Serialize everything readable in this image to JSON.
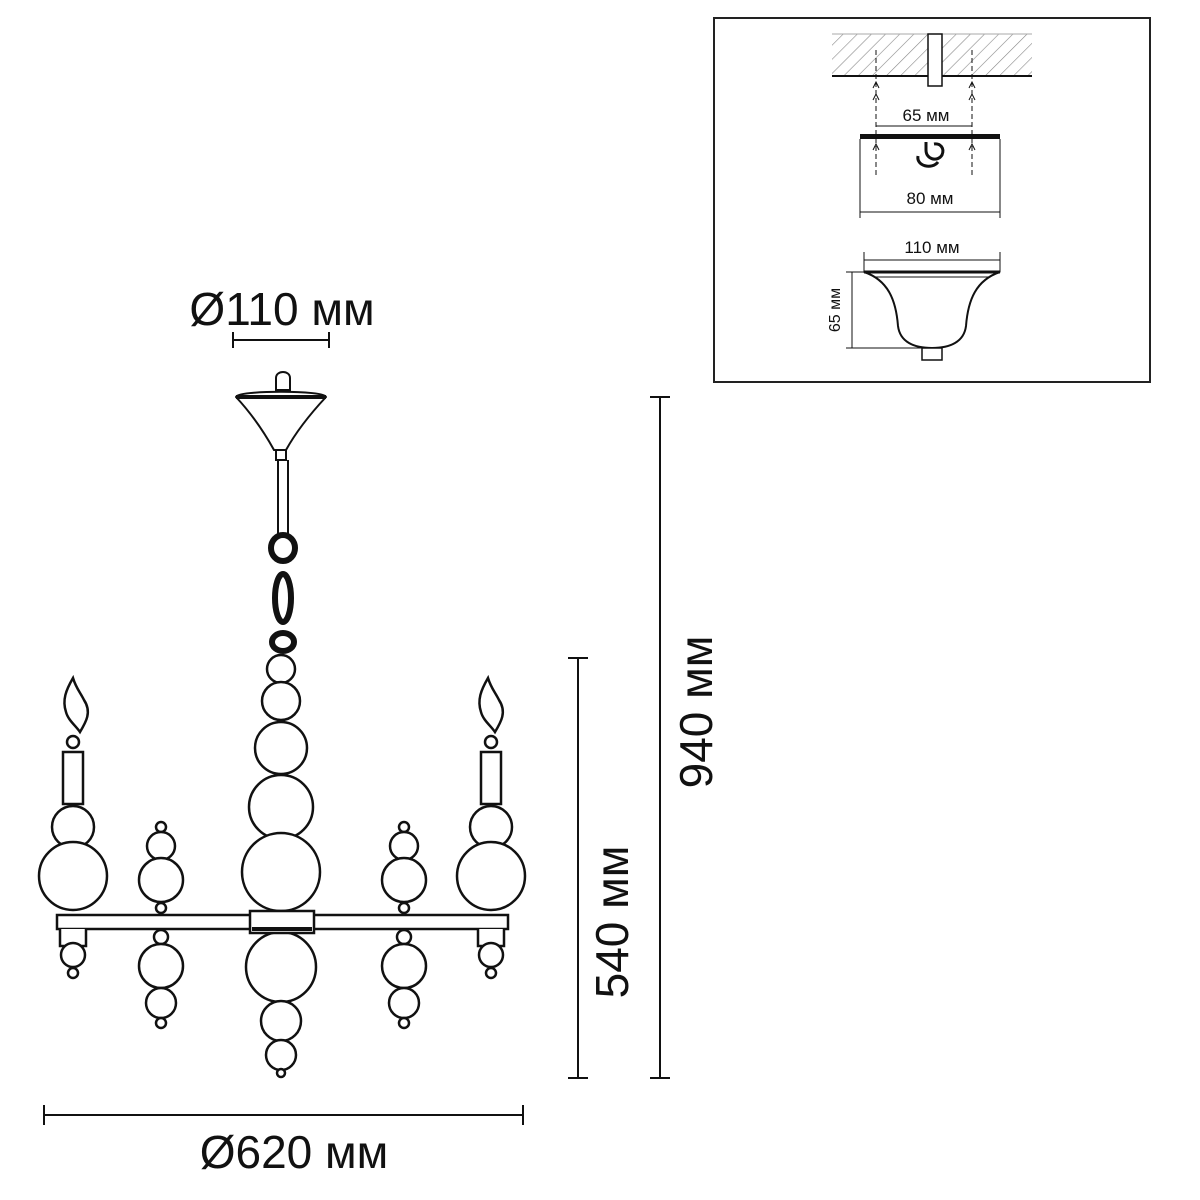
{
  "main": {
    "canopy_diameter": "Ø110 мм",
    "total_height": "940 мм",
    "body_height": "540 мм",
    "overall_diameter": "Ø620 мм"
  },
  "inset": {
    "screw_spacing": "65 мм",
    "plate_width": "80 мм",
    "cup_width": "110 мм",
    "cup_height": "65 мм"
  }
}
